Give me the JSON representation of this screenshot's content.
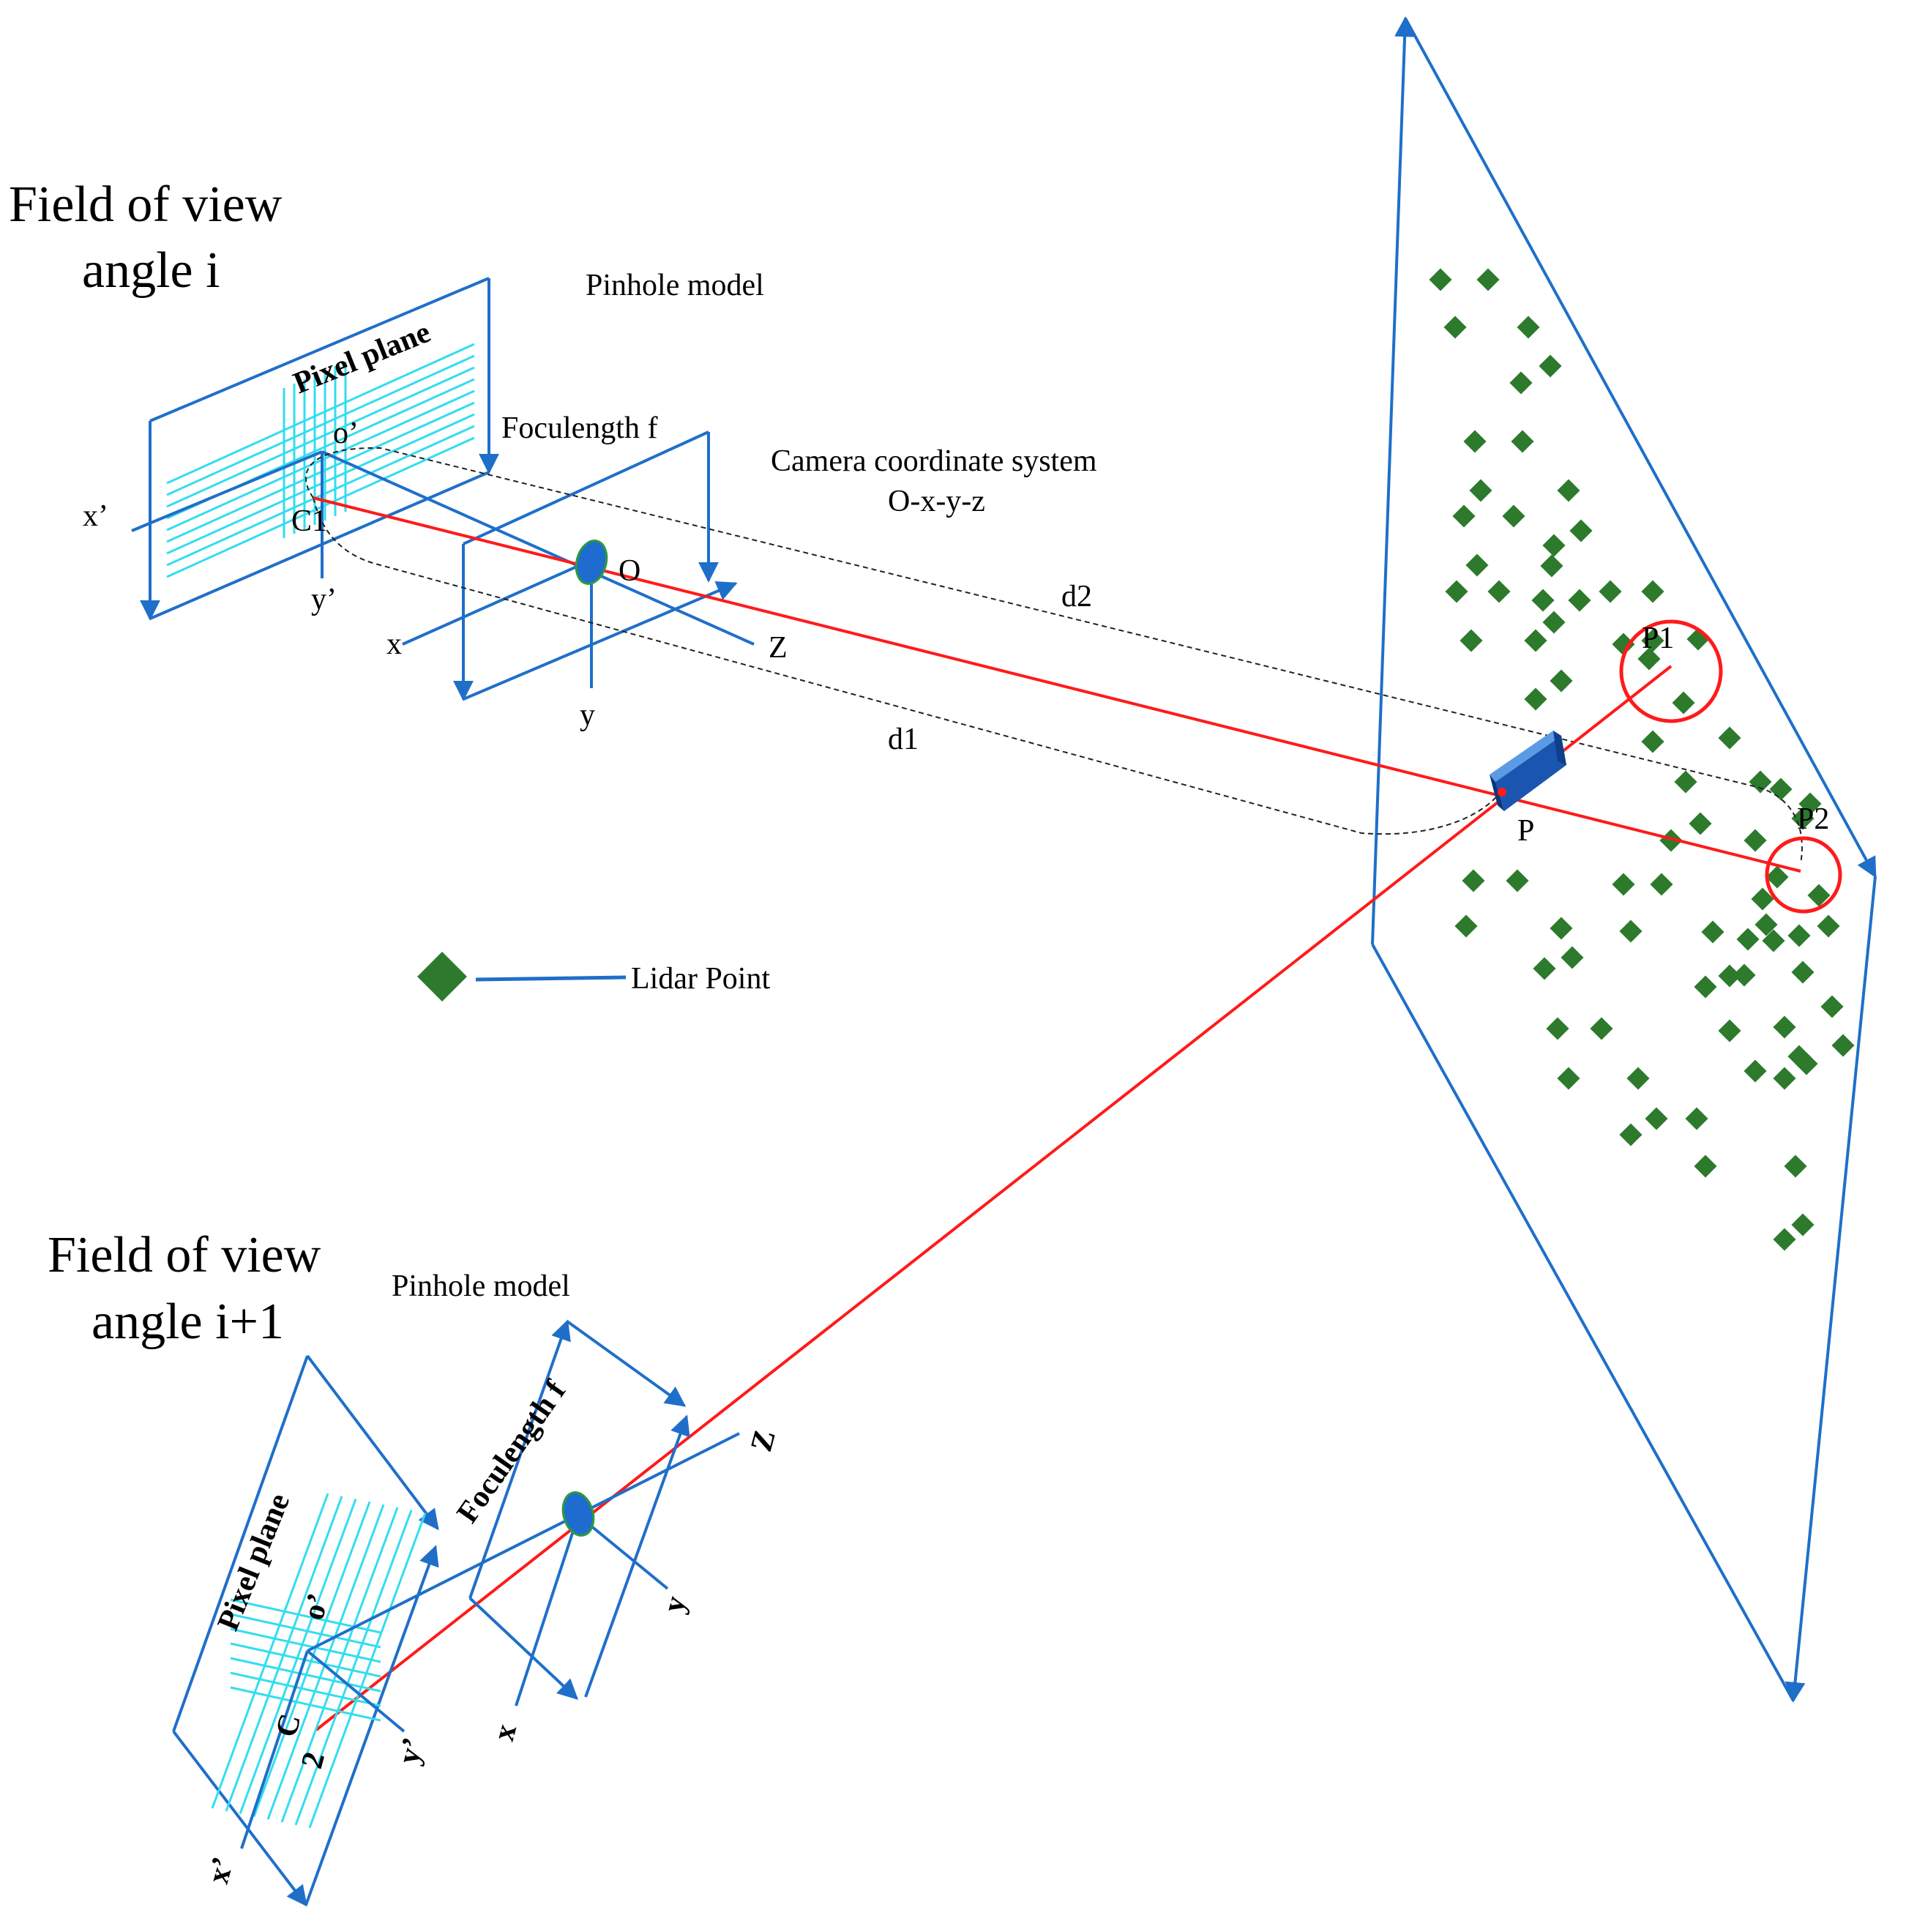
{
  "colors": {
    "frame": "#1f6fc9",
    "grid": "#33ddf0",
    "ray": "#ff1a1a",
    "lidar": "#2d7a2d",
    "pinhole": "#1e6ccf",
    "camera_body": "#2060c0",
    "dashed": "#222222"
  },
  "top": {
    "title_line1": "Field of view",
    "title_line2": "angle i",
    "pinhole_label": "Pinhole model",
    "pixel_plane": "Pixel plane",
    "focal_length": "Foculength f",
    "camera_coord_line1": "Camera coordinate system",
    "camera_coord_line2": "O-x-y-z",
    "x_prime": "x’",
    "y_prime": "y’",
    "o_prime": "o’",
    "c1": "C1",
    "o": "O",
    "x": "x",
    "y": "y",
    "z": "Z",
    "d1": "d1",
    "d2": "d2"
  },
  "bottom": {
    "title_line1": "Field of view",
    "title_line2": "angle i+1",
    "pinhole_label": "Pinhole model",
    "pixel_plane": "Pixel plane",
    "focal_length": "Foculength f",
    "c2": "C",
    "c2_sub": "2",
    "o_prime": "o’",
    "x_prime": "x’",
    "y_prime": "y’",
    "x": "x",
    "y": "y",
    "z": "Z"
  },
  "scene": {
    "p": "P",
    "p1": "P1",
    "p2": "P2"
  },
  "legend": {
    "label": "Lidar Point",
    "icon": "green-diamond-icon"
  }
}
